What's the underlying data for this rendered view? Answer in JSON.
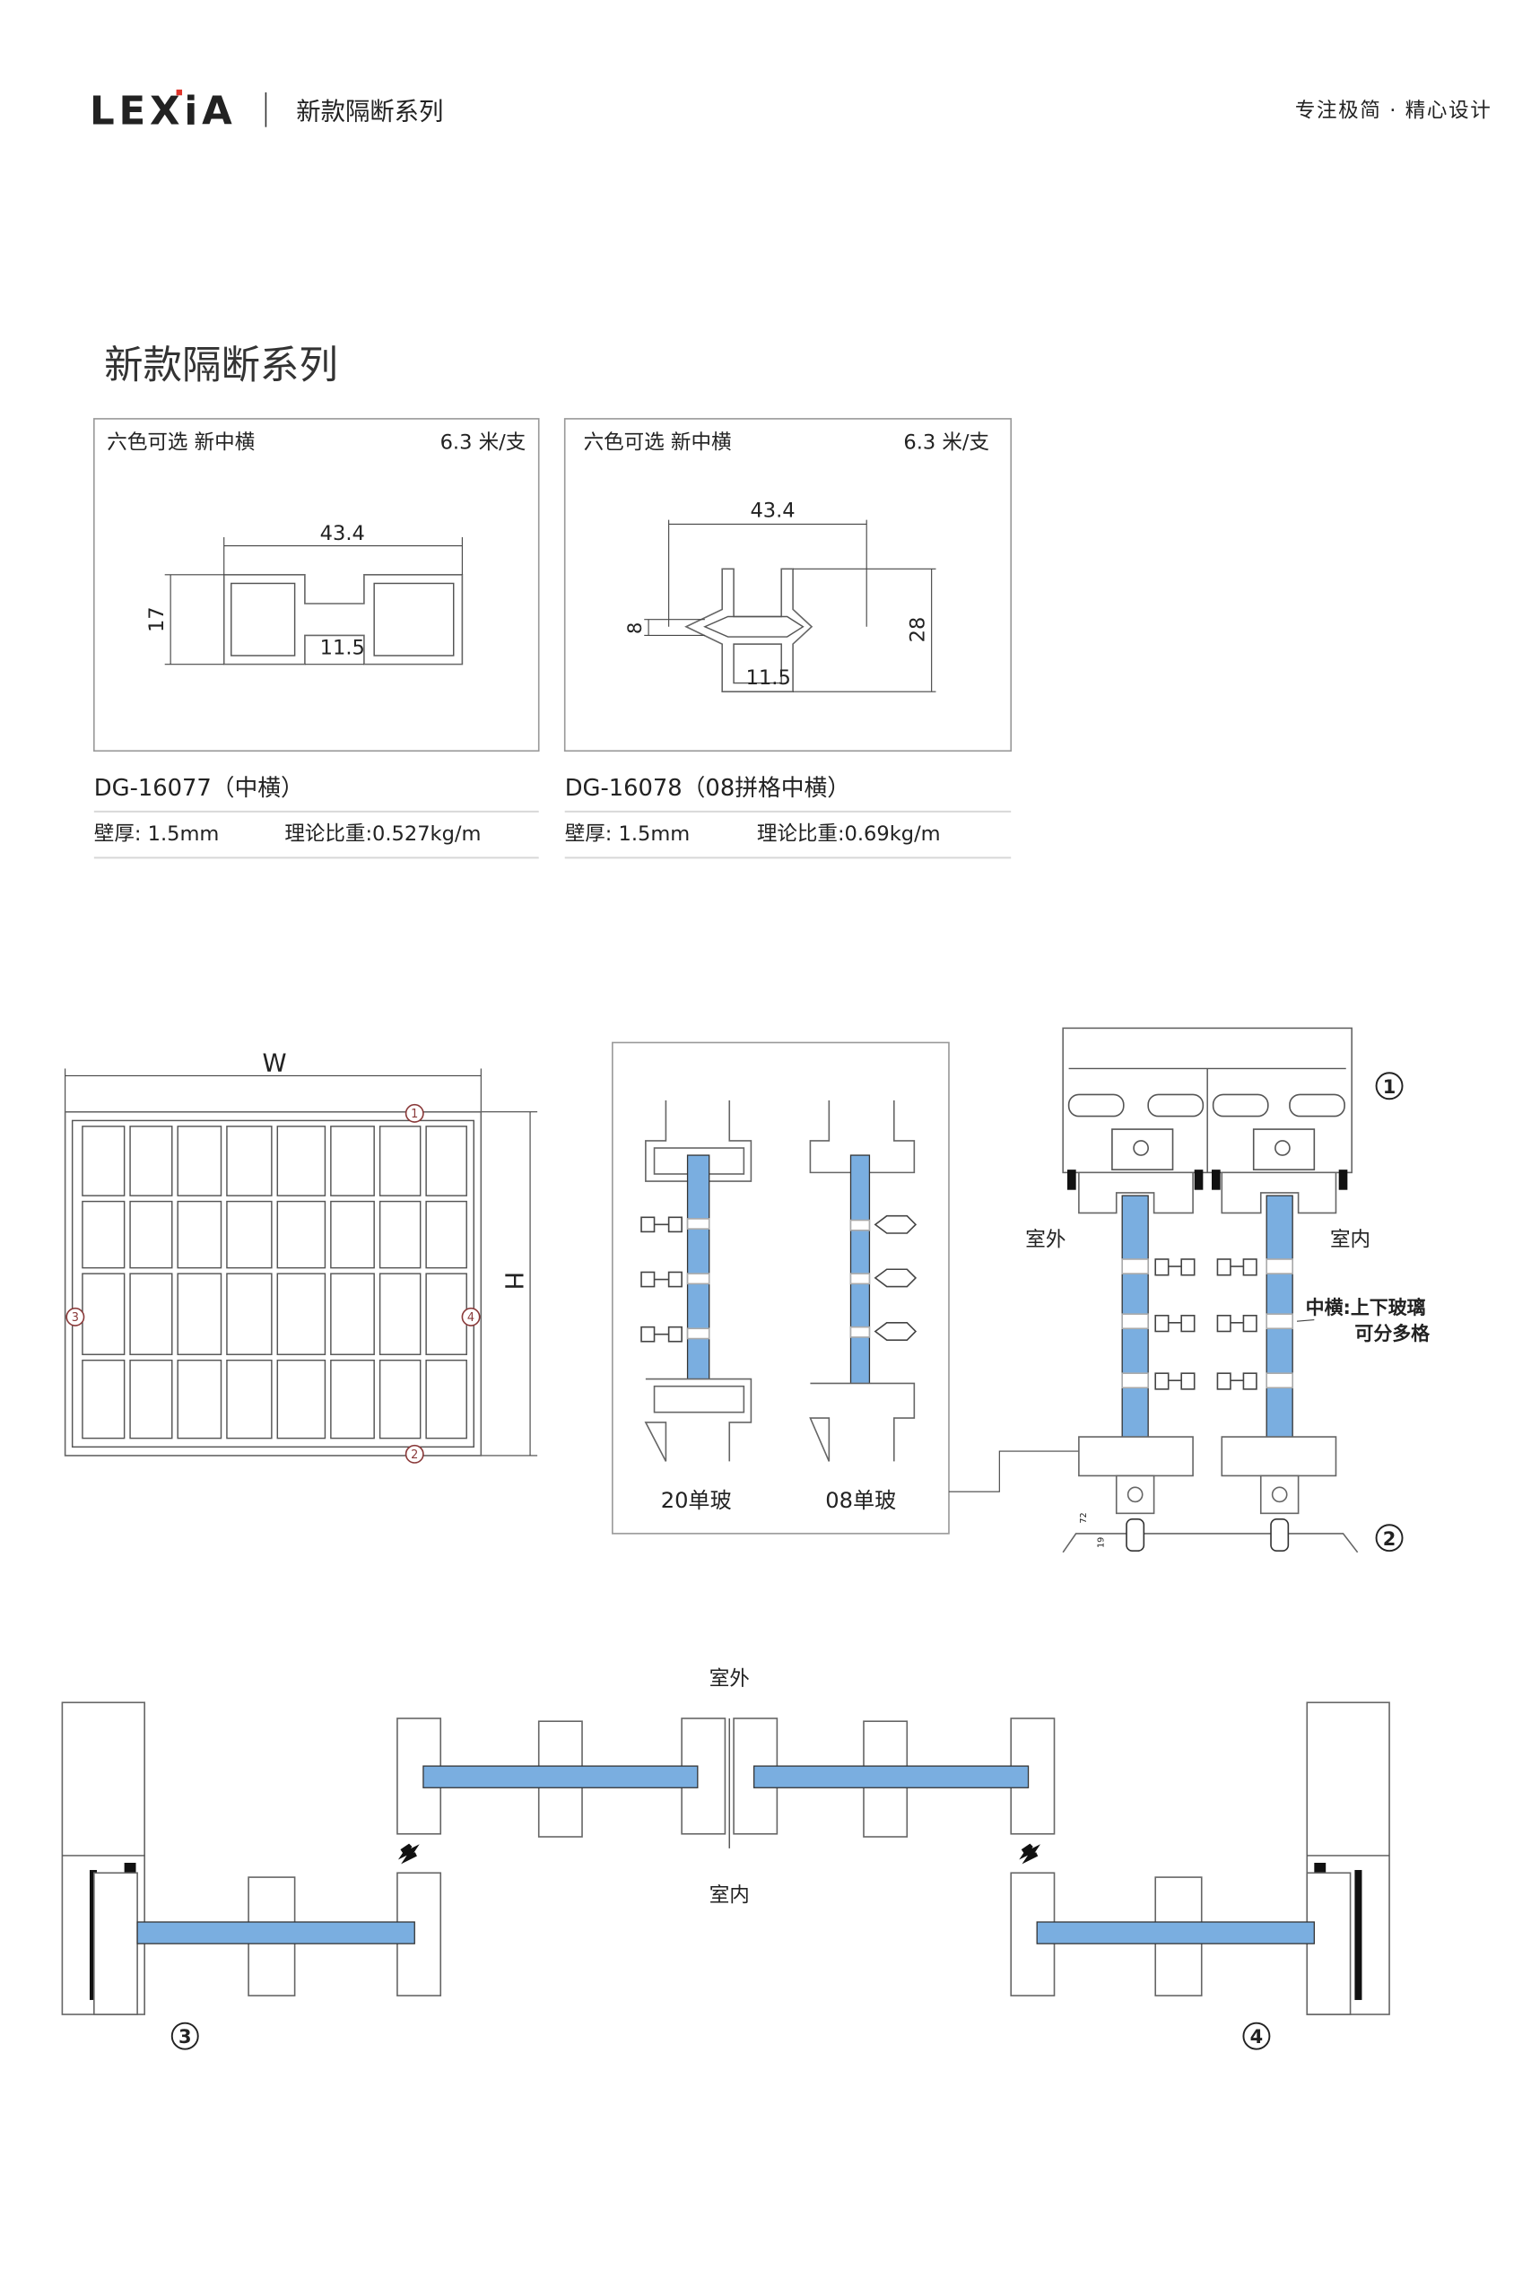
{
  "header": {
    "logo": "LEXiA",
    "subtitle": "新款隔断系列",
    "tagline": "专注极简 · 精心设计"
  },
  "section_title": "新款隔断系列",
  "products": [
    {
      "tag": "六色可选 新中横",
      "length": "6.3 米/支",
      "model": "DG-16077（中横）",
      "wall_thickness": "壁厚: 1.5mm",
      "weight": "理论比重:0.527kg/m",
      "dims": {
        "width": "43.4",
        "height": "17",
        "slot": "11.5"
      }
    },
    {
      "tag": "六色可选 新中横",
      "length": "6.3 米/支",
      "model": "DG-16078（08拼格中横）",
      "wall_thickness": "壁厚: 1.5mm",
      "weight": "理论比重:0.69kg/m",
      "dims": {
        "width": "43.4",
        "height": "28",
        "web": "8",
        "slot": "11.5"
      }
    }
  ],
  "elevation": {
    "width_label": "W",
    "height_label": "H",
    "markers": [
      "1",
      "2",
      "3",
      "4"
    ]
  },
  "variants": {
    "left_label": "20单玻",
    "right_label": "08单玻"
  },
  "section_view": {
    "outside": "室外",
    "inside": "室内",
    "note_line1": "中横:上下玻璃",
    "note_line2": "可分多格",
    "dim_a": "72",
    "dim_b": "19",
    "marker_top": "1",
    "marker_bottom": "2"
  },
  "plan_view": {
    "outside": "室外",
    "inside": "室内",
    "marker_left": "3",
    "marker_right": "4"
  },
  "colors": {
    "glass": "#7aaee0",
    "logo_accent": "#e0342a"
  }
}
